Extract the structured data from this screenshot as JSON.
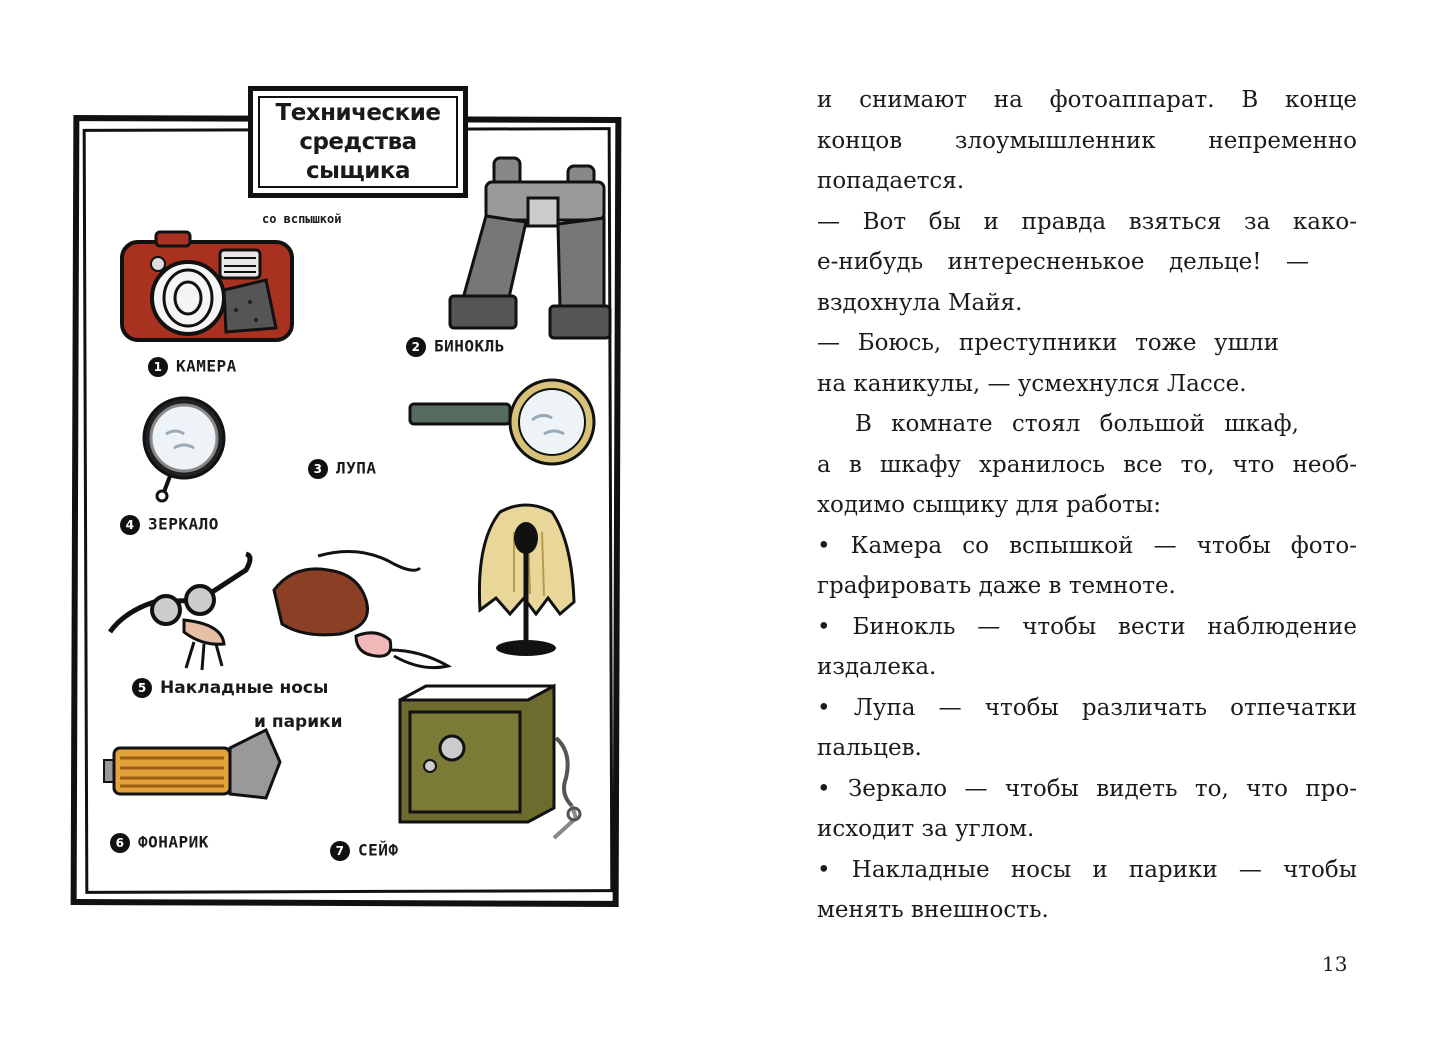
{
  "illustration": {
    "title": "Технические\nсредства\nсыщика",
    "camera_note": "со вспышкой",
    "items": [
      {
        "number": "1",
        "label": "КАМЕРА"
      },
      {
        "number": "2",
        "label": "БИНОКЛЬ"
      },
      {
        "number": "3",
        "label": "ЛУПА"
      },
      {
        "number": "4",
        "label": "ЗЕРКАЛО"
      },
      {
        "number": "5",
        "label": "Накладные носы",
        "label2": "и парики"
      },
      {
        "number": "6",
        "label": "ФОНАРИК"
      },
      {
        "number": "7",
        "label": "СЕЙФ"
      }
    ]
  },
  "body_lines": [
    "и снимают на фотоаппарат. В конце",
    "концов злоумышленник непременно",
    "попадается.",
    "— Вот бы и правда взяться за како-",
    "е-нибудь интересненькое дельце! —",
    "вздохнула Майя.",
    "— Боюсь, преступники тоже ушли",
    "на каникулы, — усмехнулся Лассе.",
    "В комнате стоял большой шкаф,",
    "а в шкафу хранилось все то, что необ-",
    "ходимо сыщику для работы:",
    "• Камера со вспышкой — чтобы фото-",
    "графировать даже в темноте.",
    "• Бинокль — чтобы вести наблюдение",
    "издалека.",
    "• Лупа — чтобы различать отпечатки",
    "пальцев.",
    "• Зеркало — чтобы видеть то, что про-",
    "исходит за углом.",
    "• Накладные носы и парики — чтобы",
    "менять внешность."
  ],
  "page_number": "13"
}
